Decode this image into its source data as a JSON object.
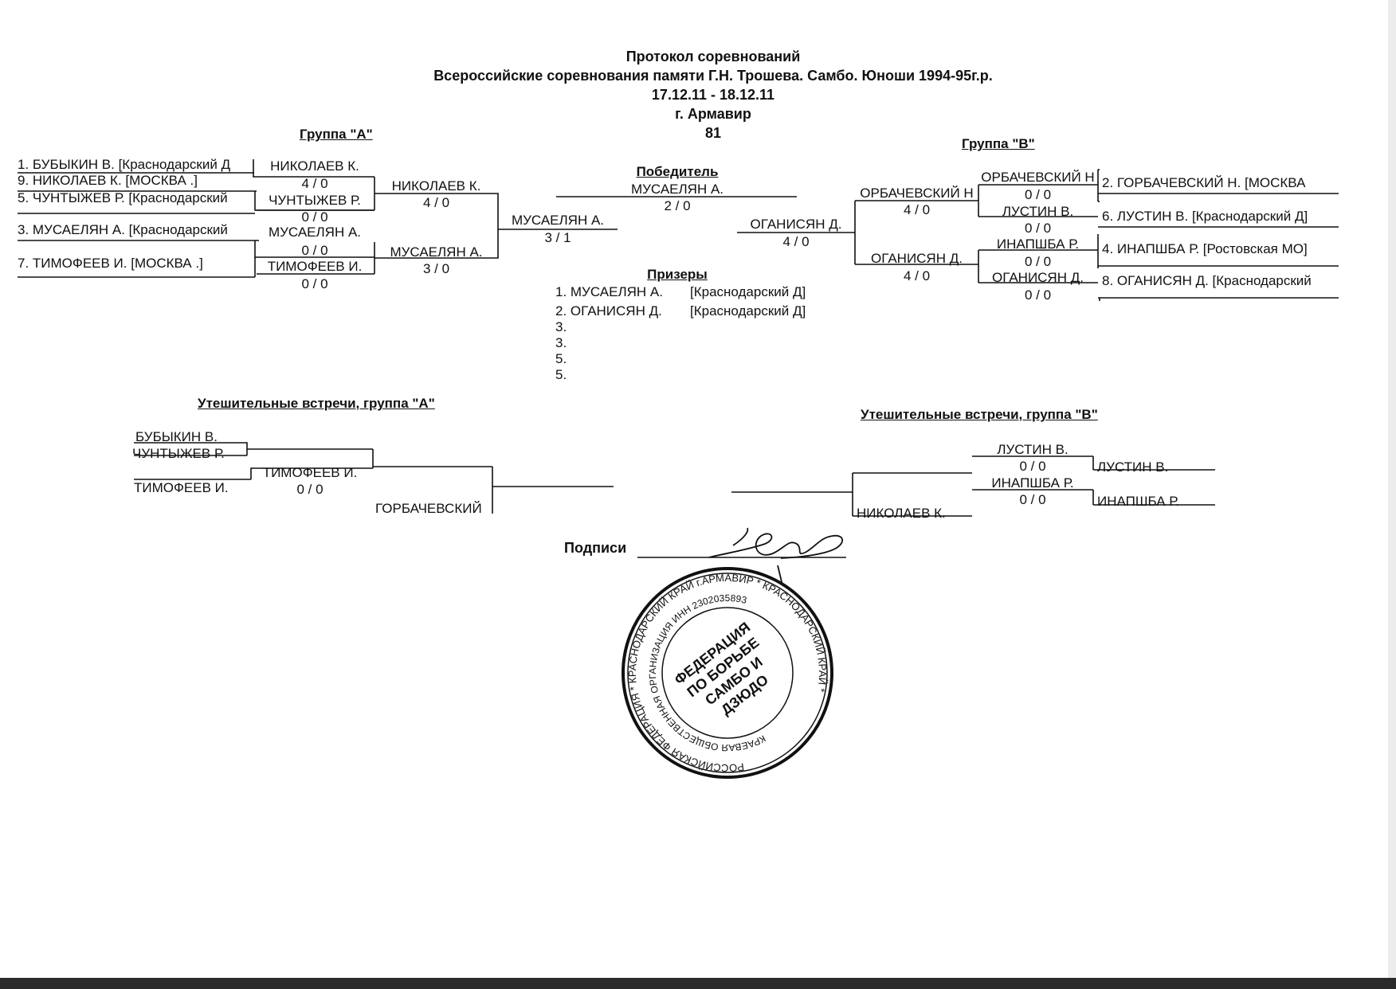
{
  "header": {
    "line1": "Протокол соревнований",
    "line2": "Всероссийские соревнования памяти Г.Н. Трошева. Самбо. Юноши 1994-95г.р.",
    "line3": "17.12.11 - 18.12.11",
    "line4": "г. Армавир",
    "line5": "81"
  },
  "group_a": {
    "title": "Группа  \"А\"",
    "entrants": [
      "1. БУБЫКИН В.  [Краснодарский  Д",
      "9. НИКОЛАЕВ К.  [МОСКВА  .]",
      "5. ЧУНТЫЖЕВ Р.  [Краснодарский",
      "3. МУСАЕЛЯН А.  [Краснодарский",
      "7. ТИМОФЕЕВ И.  [МОСКВА  .]"
    ],
    "r1": [
      {
        "name": "НИКОЛАЕВ К.",
        "score": "4  /  0"
      },
      {
        "name": "ЧУНТЫЖЕВ Р.",
        "score": "0  /  0"
      },
      {
        "name": "МУСАЕЛЯН А.",
        "score": "0  /  0"
      },
      {
        "name": "ТИМОФЕЕВ И.",
        "score": "0  /  0"
      }
    ],
    "r2": [
      {
        "name": "НИКОЛАЕВ К.",
        "score": "4  /  0"
      },
      {
        "name": "МУСАЕЛЯН А.",
        "score": "3  /  0"
      }
    ],
    "final": {
      "name": "МУСАЕЛЯН А.",
      "score": "3  /  1"
    }
  },
  "winner": {
    "title": "Победитель",
    "name": "МУСАЕЛЯН А.",
    "score": "2  /  0"
  },
  "group_b": {
    "title": "Группа  \"В\"",
    "entrants": [
      "2. ГОРБАЧЕВСКИЙ Н.  [МОСКВА",
      "6. ЛУСТИН В.  [Краснодарский  Д]",
      "4. ИНАПШБА Р.  [Ростовская  МО]",
      "8. ОГАНИСЯН Д.  [Краснодарский"
    ],
    "r1": [
      {
        "name": "ОРБАЧЕВСКИЙ Н",
        "score": "0  /  0"
      },
      {
        "name": "ЛУСТИН В.",
        "score": "0  /  0"
      },
      {
        "name": "ИНАПШБА Р.",
        "score": "0  /  0"
      },
      {
        "name": "ОГАНИСЯН Д.",
        "score": "0  /  0"
      }
    ],
    "r2": [
      {
        "name": "ОРБАЧЕВСКИЙ Н",
        "score": "4  /  0"
      },
      {
        "name": "ОГАНИСЯН Д.",
        "score": "4  /  0"
      }
    ],
    "final": {
      "name": "ОГАНИСЯН Д.",
      "score": "4  /  0"
    }
  },
  "prizers": {
    "title": "Призеры",
    "items": [
      {
        "place": "1. МУСАЕЛЯН А.",
        "region": "[Краснодарский  Д]"
      },
      {
        "place": "2. ОГАНИСЯН Д.",
        "region": "[Краснодарский  Д]"
      },
      {
        "place": "3.",
        "region": ""
      },
      {
        "place": "3.",
        "region": ""
      },
      {
        "place": "5.",
        "region": ""
      },
      {
        "place": "5.",
        "region": ""
      }
    ]
  },
  "consolation_a": {
    "title": "Утешительные встречи, группа \"А\"",
    "p1": "БУБЫКИН В.",
    "p2": "ЧУНТЫЖЕВ Р.",
    "p3": "ТИМОФЕЕВ И.",
    "winner1": "ТИМОФЕЕВ И.",
    "score1": "0  /  0",
    "final_opponent": "ГОРБАЧЕВСКИЙ"
  },
  "consolation_b": {
    "title": "Утешительные встречи, группа \"В\"",
    "top": "ЛУСТИН В.",
    "top_score": "0  /  0",
    "mid": "ИНАПШБА Р.",
    "mid_score": "0  /  0",
    "right1": "ЛУСТИН В.",
    "right2": "ИНАПШБА Р.",
    "bottom": "НИКОЛАЕВ К."
  },
  "signature": {
    "label": "Подписи"
  },
  "stamp": {
    "outer_text": "РОССИЙСКАЯ ФЕДЕРАЦИЯ * КРАСНОДАРСКИЙ КРАЙ г.АРМАВИР * КРАСНОДАРСКИЙ КРАЙ *",
    "inner_text": "КРАЕВАЯ ОБЩЕСТВЕННАЯ ОРГАНИЗАЦИЯ ИНН 2302035893",
    "center_lines": [
      "ФЕДЕРАЦИЯ",
      "ПО БОРЬБЕ",
      "САМБО И",
      "ДЗЮДО"
    ]
  }
}
